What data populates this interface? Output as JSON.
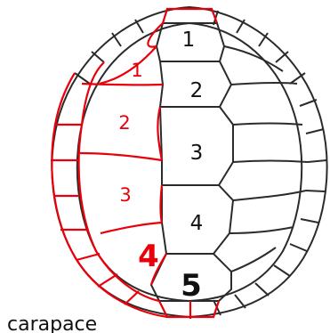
{
  "diagram": {
    "caption": "carapace",
    "colors": {
      "black_outline": "#2b2b2b",
      "red_outline": "#e8000a",
      "label_red": "#e8000a",
      "label_black": "#111111"
    },
    "vertebral_labels": [
      "1",
      "2",
      "3",
      "4",
      "5"
    ],
    "costal_labels": [
      "1",
      "2",
      "3",
      "4"
    ]
  }
}
